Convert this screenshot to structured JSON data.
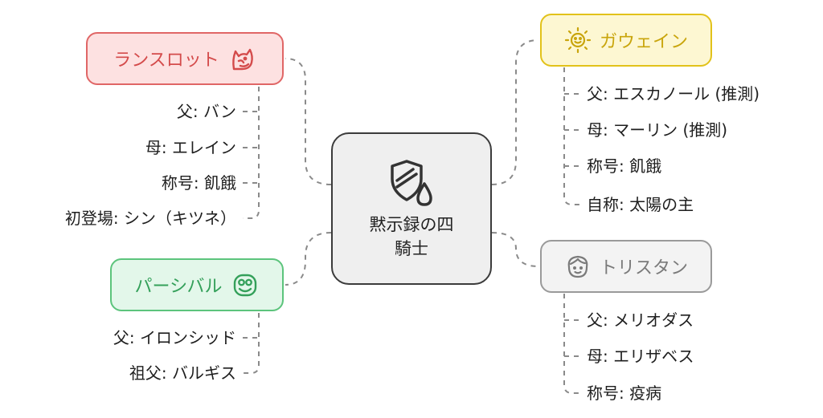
{
  "center": {
    "title_line1": "黙示録の四",
    "title_line2": "騎士",
    "icon": "shield-drop-icon"
  },
  "branches": {
    "lancelot": {
      "label": "ランスロット",
      "icon": "fox-head-icon",
      "color": "#e06666",
      "items": [
        "父: バン",
        "母: エレイン",
        "称号: 飢餓",
        "初登場: シン（キツネ）"
      ]
    },
    "gawain": {
      "label": "ガウェイン",
      "icon": "sun-face-icon",
      "color": "#e2c21a",
      "items": [
        "父: エスカノール (推測)",
        "母: マーリン (推測)",
        "称号: 飢餓",
        "自称: 太陽の主"
      ]
    },
    "percival": {
      "label": "パーシバル",
      "icon": "smiling-face-icon",
      "color": "#5cc47c",
      "items": [
        "父: イロンシッド",
        "祖父: バルギス"
      ]
    },
    "tristan": {
      "label": "トリスタン",
      "icon": "boy-face-icon",
      "color": "#9a9a9a",
      "items": [
        "父: メリオダス",
        "母: エリザベス",
        "称号: 疫病"
      ]
    }
  }
}
